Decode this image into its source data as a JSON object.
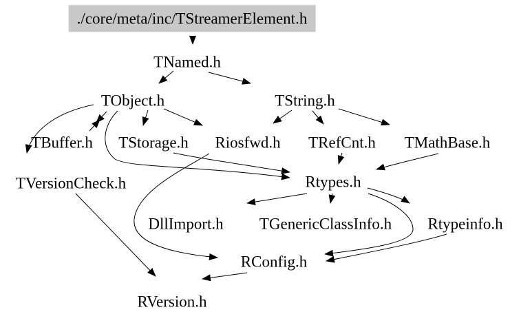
{
  "diagram": {
    "title": "Include dependency graph for TStreamerElement.h",
    "background_color": "#ffffff",
    "highlight_fill": "#c8c8c8",
    "edge_color": "#000000",
    "text_color": "#000000",
    "nodes": [
      {
        "id": "TStreamerElement",
        "label": "./core/meta/inc/TStreamerElement.h",
        "highlighted": true
      },
      {
        "id": "TNamed",
        "label": "TNamed.h"
      },
      {
        "id": "TObject",
        "label": "TObject.h"
      },
      {
        "id": "TString",
        "label": "TString.h"
      },
      {
        "id": "TBuffer",
        "label": "TBuffer.h"
      },
      {
        "id": "TStorage",
        "label": "TStorage.h"
      },
      {
        "id": "Riosfwd",
        "label": "Riosfwd.h"
      },
      {
        "id": "TRefCnt",
        "label": "TRefCnt.h"
      },
      {
        "id": "TMathBase",
        "label": "TMathBase.h"
      },
      {
        "id": "TVersionCheck",
        "label": "TVersionCheck.h"
      },
      {
        "id": "Rtypes",
        "label": "Rtypes.h"
      },
      {
        "id": "DllImport",
        "label": "DllImport.h"
      },
      {
        "id": "TGenericClassInfo",
        "label": "TGenericClassInfo.h"
      },
      {
        "id": "Rtypeinfo",
        "label": "Rtypeinfo.h"
      },
      {
        "id": "RConfig",
        "label": "RConfig.h"
      },
      {
        "id": "RVersion",
        "label": "RVersion.h"
      }
    ],
    "edges": [
      {
        "from": "TStreamerElement",
        "to": "TNamed"
      },
      {
        "from": "TNamed",
        "to": "TObject"
      },
      {
        "from": "TNamed",
        "to": "TString"
      },
      {
        "from": "TObject",
        "to": "TBuffer"
      },
      {
        "from": "TBuffer",
        "to": "TObject"
      },
      {
        "from": "TObject",
        "to": "TStorage"
      },
      {
        "from": "TObject",
        "to": "Riosfwd"
      },
      {
        "from": "TObject",
        "to": "TVersionCheck"
      },
      {
        "from": "TObject",
        "to": "Rtypes"
      },
      {
        "from": "TStorage",
        "to": "Rtypes"
      },
      {
        "from": "Riosfwd",
        "to": "RConfig"
      },
      {
        "from": "TString",
        "to": "Riosfwd"
      },
      {
        "from": "TString",
        "to": "TRefCnt"
      },
      {
        "from": "TString",
        "to": "TMathBase"
      },
      {
        "from": "TRefCnt",
        "to": "Rtypes"
      },
      {
        "from": "TMathBase",
        "to": "Rtypes"
      },
      {
        "from": "TVersionCheck",
        "to": "RVersion"
      },
      {
        "from": "Rtypes",
        "to": "DllImport"
      },
      {
        "from": "Rtypes",
        "to": "TGenericClassInfo"
      },
      {
        "from": "Rtypes",
        "to": "Rtypeinfo"
      },
      {
        "from": "Rtypes",
        "to": "RConfig"
      },
      {
        "from": "Rtypeinfo",
        "to": "RConfig"
      },
      {
        "from": "RConfig",
        "to": "RVersion"
      }
    ]
  }
}
